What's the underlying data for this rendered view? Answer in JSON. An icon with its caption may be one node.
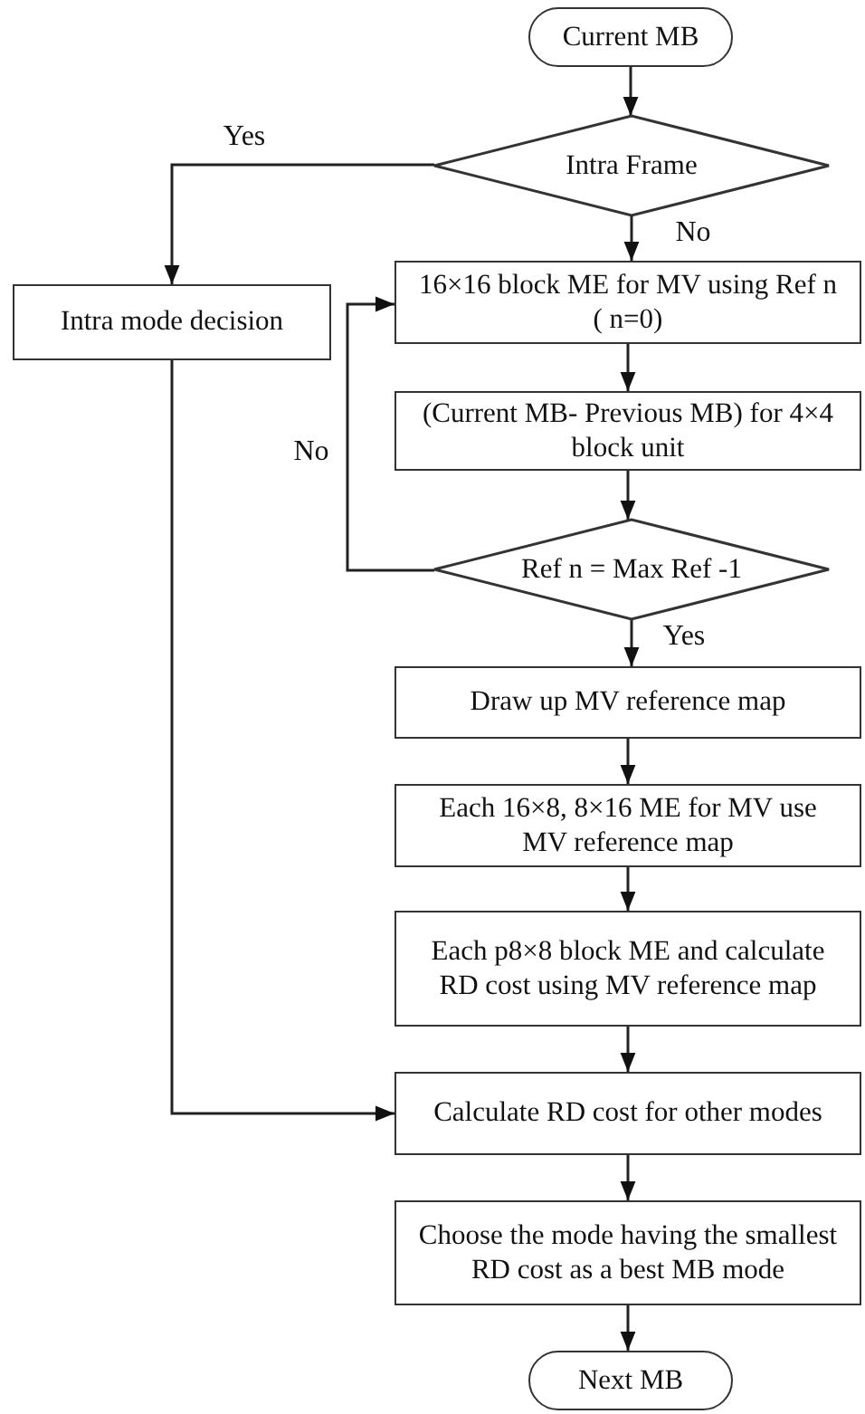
{
  "diagram": {
    "nodes": [
      {
        "text": [
          "Current MB"
        ]
      },
      {
        "text": [
          "Intra Frame"
        ]
      },
      {
        "text": [
          "Intra mode decision"
        ]
      },
      {
        "text": [
          "16×16 block ME for MV using Ref n ( n=0)"
        ]
      },
      {
        "text": [
          "(Current MB- Previous MB) for 4×4 block unit"
        ]
      },
      {
        "text": [
          "Ref n = Max Ref -1"
        ]
      },
      {
        "text": [
          "Draw up MV reference map"
        ]
      },
      {
        "text": [
          "Each 16×8, 8×16 ME for MV use MV reference map"
        ]
      },
      {
        "text": [
          "Each p8×8 block ME and calculate RD cost using MV reference map"
        ]
      },
      {
        "text": [
          "Calculate RD cost for other modes"
        ]
      },
      {
        "text": [
          "Choose the mode having the smallest RD cost as a best MB mode"
        ]
      },
      {
        "text": [
          "Next MB"
        ]
      }
    ],
    "edges": [
      {
        "from": 0,
        "to": 1,
        "arrow": "to"
      },
      {
        "from": 1,
        "to": 2,
        "arrow": "to",
        "label": "Yes"
      },
      {
        "from": 1,
        "to": 3,
        "arrow": "to",
        "label": "No"
      },
      {
        "from": 3,
        "to": 4,
        "arrow": "to"
      },
      {
        "from": 4,
        "to": 5,
        "arrow": "to"
      },
      {
        "from": 5,
        "to": 3,
        "arrow": "to",
        "label": "No"
      },
      {
        "from": 5,
        "to": 6,
        "arrow": "to",
        "label": "Yes"
      },
      {
        "from": 6,
        "to": 7,
        "arrow": "to"
      },
      {
        "from": 7,
        "to": 8,
        "arrow": "to"
      },
      {
        "from": 2,
        "to": 9,
        "arrow": "to"
      },
      {
        "from": 8,
        "to": 9,
        "arrow": "to"
      },
      {
        "from": 9,
        "to": 10,
        "arrow": "to"
      },
      {
        "from": 10,
        "to": 11,
        "arrow": "to"
      }
    ]
  }
}
